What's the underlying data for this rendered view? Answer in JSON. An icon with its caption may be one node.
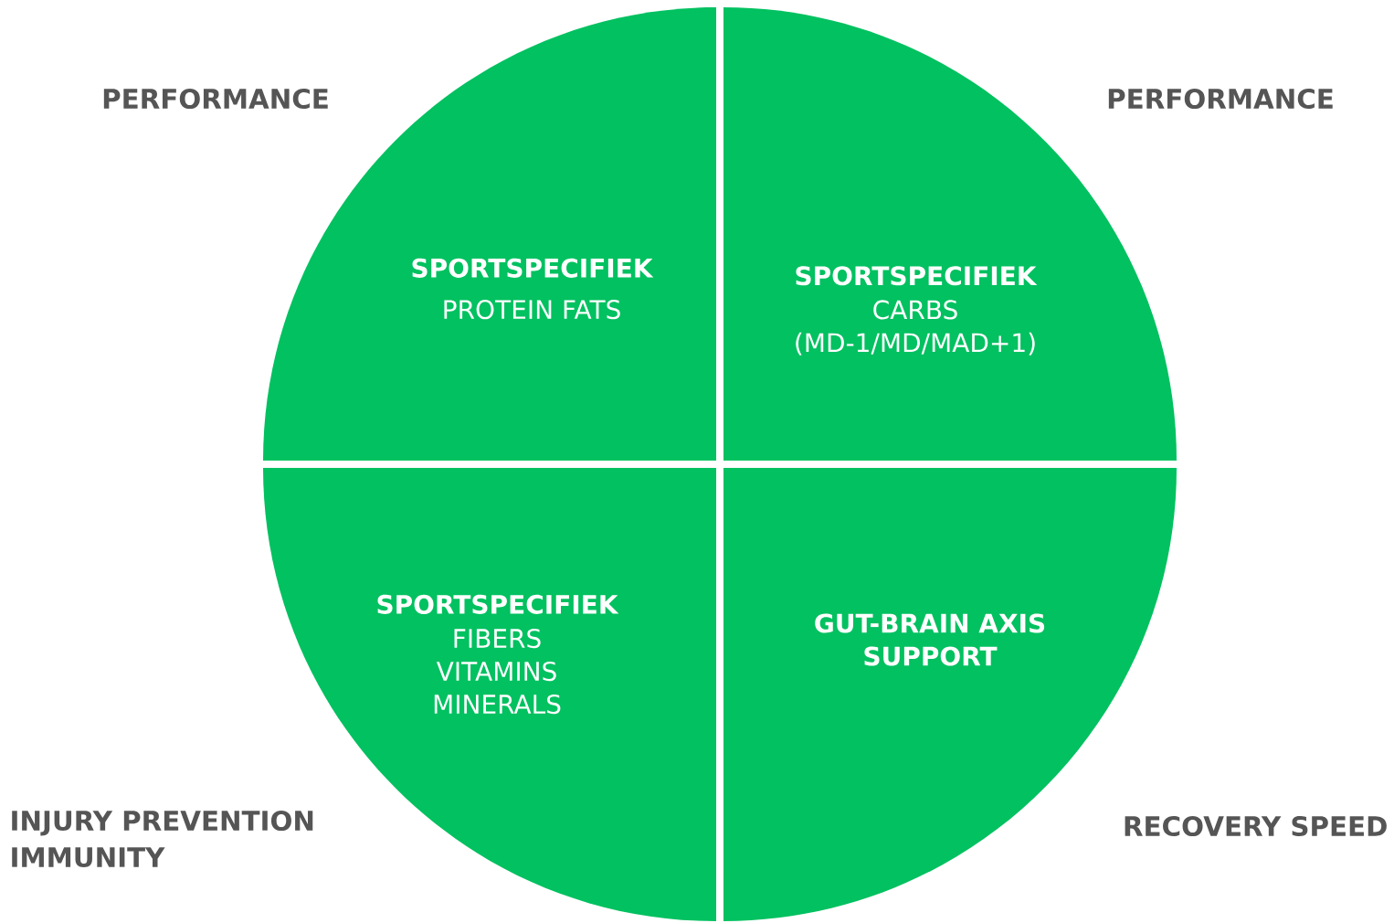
{
  "diagram": {
    "nodes": [
      {
        "text": [
          "SPORTSPECIFIEK",
          "PROTEIN FATS"
        ],
        "beside": [
          "PERFORMANCE"
        ]
      },
      {
        "text": [
          "SPORTSPECIFIEK",
          "CARBS (MD-1/MD/MAD+1)"
        ],
        "beside": [
          "PERFORMANCE"
        ]
      },
      {
        "text": [
          "SPORTSPECIFIEK",
          "FIBERS VITAMINS MINERALS"
        ],
        "beside": [
          "INJURY PREVENTION IMMUNITY"
        ]
      },
      {
        "text": [
          "GUT-BRAIN AXIS SUPPORT"
        ],
        "beside": [
          "RECOVERY SPEED"
        ]
      }
    ]
  }
}
